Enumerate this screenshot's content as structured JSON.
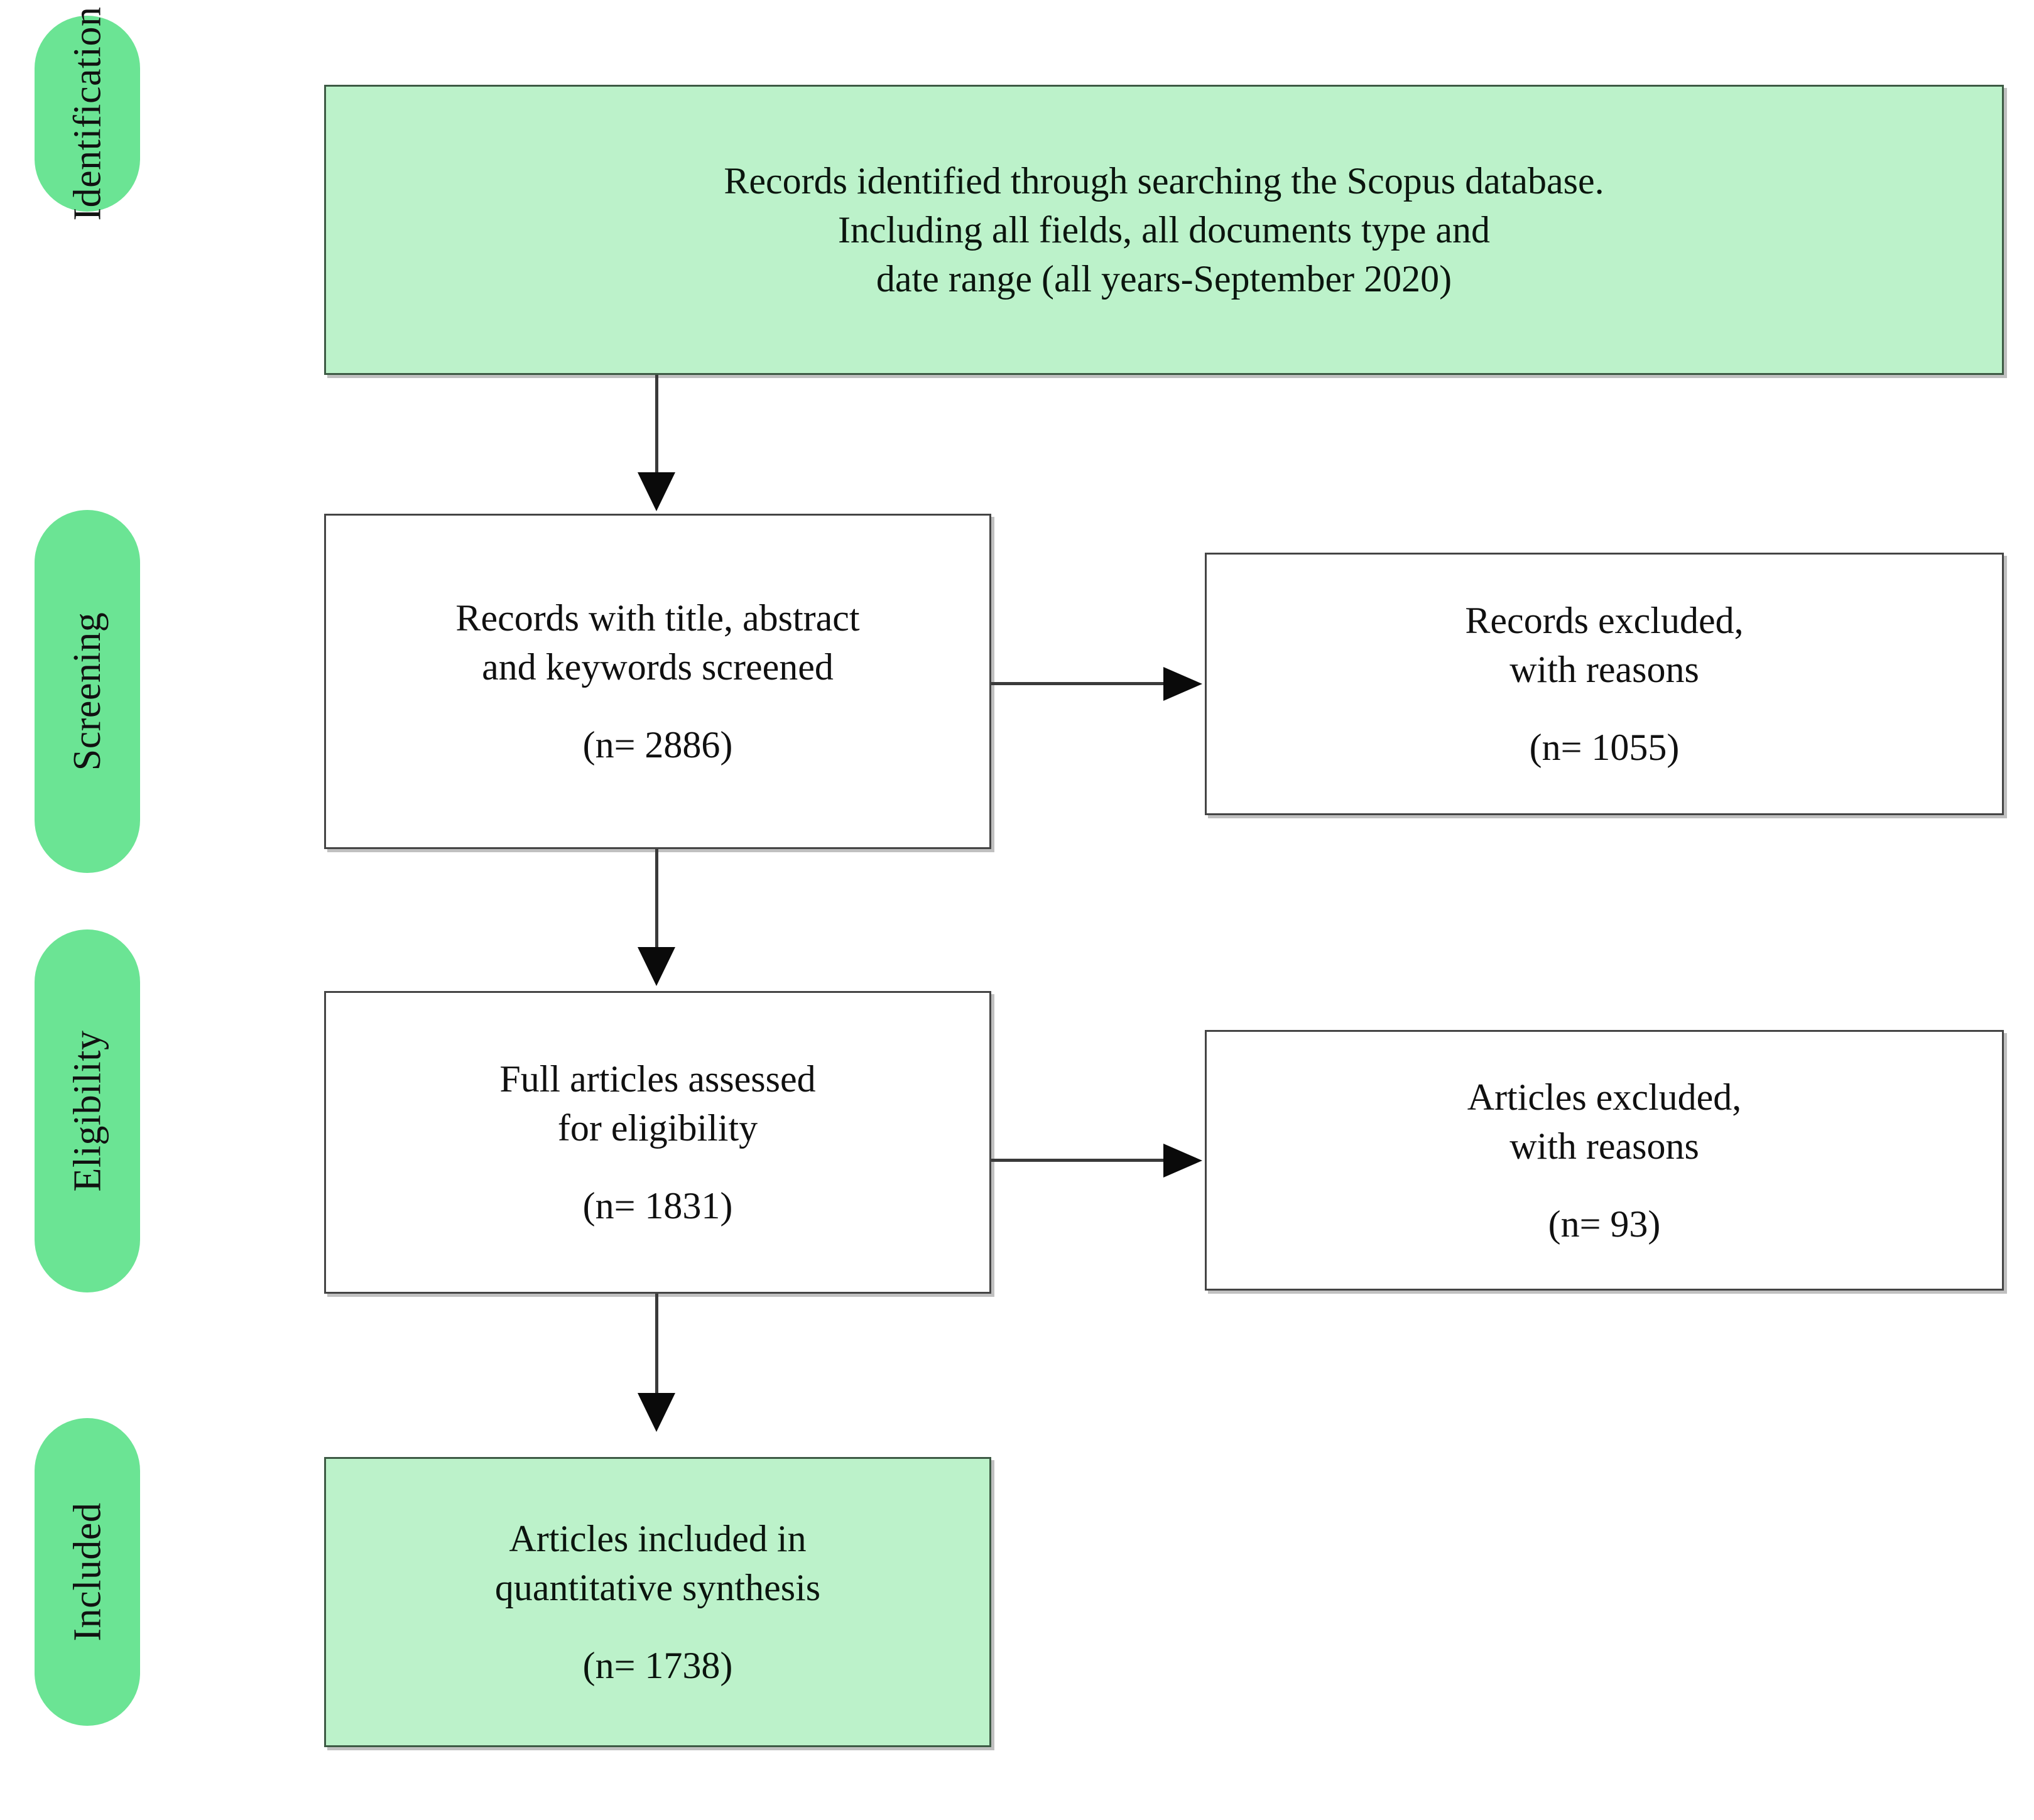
{
  "diagram": {
    "type": "prisma-flow-diagram",
    "title": "PRISMA flow diagram",
    "colors": {
      "stage_pill_green": "#6BE494",
      "box_green_fill": "#BCF2CA",
      "box_white_fill": "#FFFFFF",
      "border": "#3C4A3F",
      "text": "#101010",
      "connector": "#3A3A3A"
    },
    "stages": [
      {
        "id": "identification",
        "label": "Identification"
      },
      {
        "id": "screening",
        "label": "Screening"
      },
      {
        "id": "eligibility",
        "label": "Eligibility"
      },
      {
        "id": "included",
        "label": "Included"
      }
    ],
    "boxes": {
      "identification": {
        "fill": "green",
        "lines": [
          "Records identified through searching the Scopus database.",
          "Including all fields, all documents type and",
          "date range (all years-September 2020)"
        ],
        "count": ""
      },
      "screened": {
        "fill": "white",
        "lines": [
          "Records with title, abstract",
          "and keywords screened"
        ],
        "count": "(n= 2886)"
      },
      "records_excluded": {
        "fill": "white",
        "lines": [
          "Records excluded,",
          "with reasons"
        ],
        "count": "(n= 1055)"
      },
      "eligibility": {
        "fill": "white",
        "lines": [
          "Full articles assessed",
          "for eligibility"
        ],
        "count": "(n= 1831)"
      },
      "articles_excluded": {
        "fill": "white",
        "lines": [
          "Articles excluded,",
          "with reasons"
        ],
        "count": "(n= 93)"
      },
      "included": {
        "fill": "green",
        "lines": [
          "Articles included in",
          "quantitative synthesis"
        ],
        "count": "(n= 1738)"
      }
    },
    "counts": {
      "screened": 2886,
      "records_excluded": 1055,
      "eligibility": 1831,
      "articles_excluded": 93,
      "included": 1738
    }
  }
}
